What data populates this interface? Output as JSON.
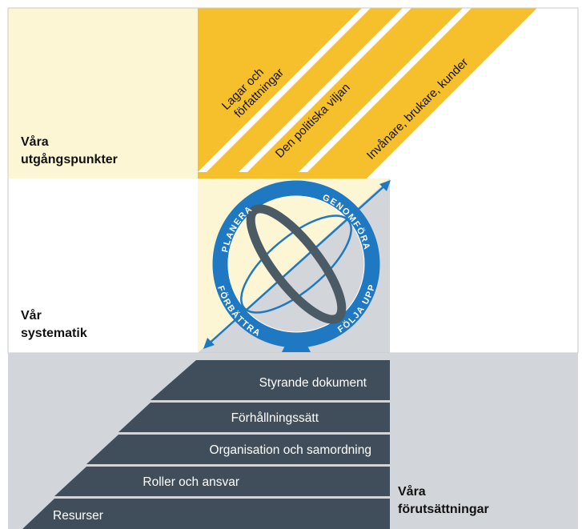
{
  "sections": {
    "starting_points": {
      "line1": "Våra",
      "line2": "utgångspunkter"
    },
    "system": {
      "line1": "Vår",
      "line2": "systematik"
    },
    "conditions": {
      "line1": "Våra",
      "line2": "förutsättningar"
    }
  },
  "diagonal_bands": [
    {
      "line1": "Lagar och",
      "line2": "författningar"
    },
    {
      "line1": "Den politiska viljan"
    },
    {
      "line1": "Invånare, brukare, kunder"
    }
  ],
  "cycle": {
    "planera": "PLANERA",
    "genomfora": "GENOMFÖRA",
    "folja_upp": "FÖLJA UPP",
    "forbattra": "FÖRBÄTTRA"
  },
  "stairs": [
    "Styrande dokument",
    "Förhållningssätt",
    "Organisation och samordning",
    "Roller och ansvar",
    "Resurser"
  ],
  "colors": {
    "cream": "#fdf6d4",
    "yellow": "#f6c02c",
    "gray_bg": "#d2d5d9",
    "ring_blue": "#1e78c2",
    "stair_dark": "#3f4e5a",
    "dark_ellipse": "#4b5b66"
  }
}
